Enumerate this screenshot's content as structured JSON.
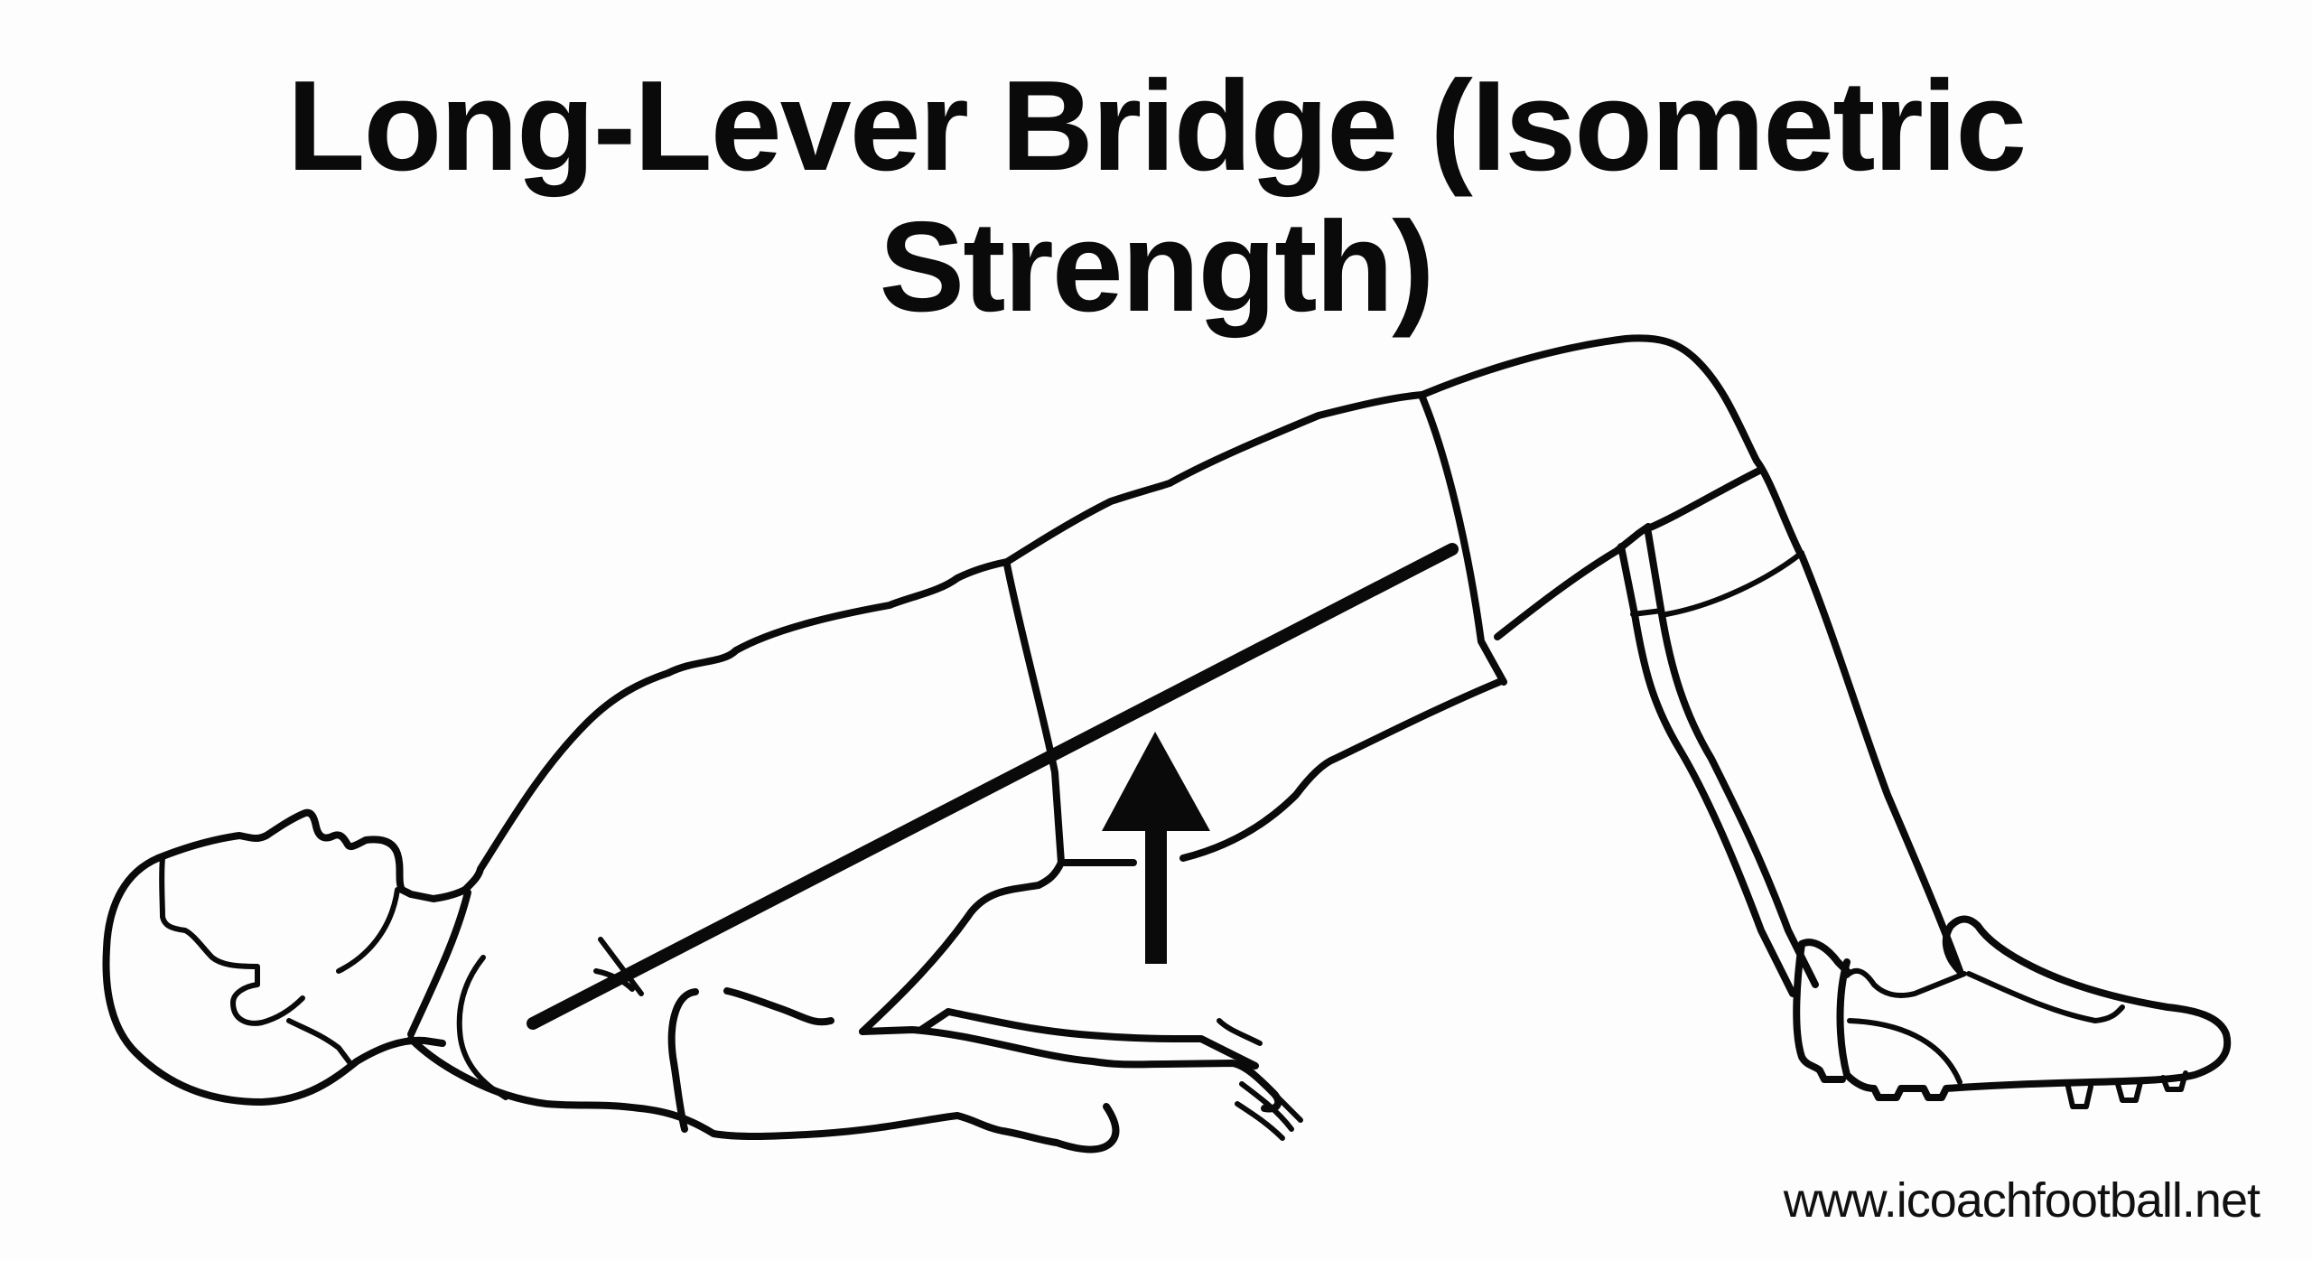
{
  "header": {
    "title": "Long-Lever Bridge (Isometric Strength)"
  },
  "illustration": {
    "subject": "athlete-performing-glute-bridge",
    "elements": [
      "figure-outline",
      "body-alignment-line",
      "upward-arrow-icon",
      "football-boot"
    ],
    "colors": {
      "line": "#0a0a0a",
      "background": "#fdfdfd"
    }
  },
  "footer": {
    "website": "www.icoachfootball.net"
  }
}
